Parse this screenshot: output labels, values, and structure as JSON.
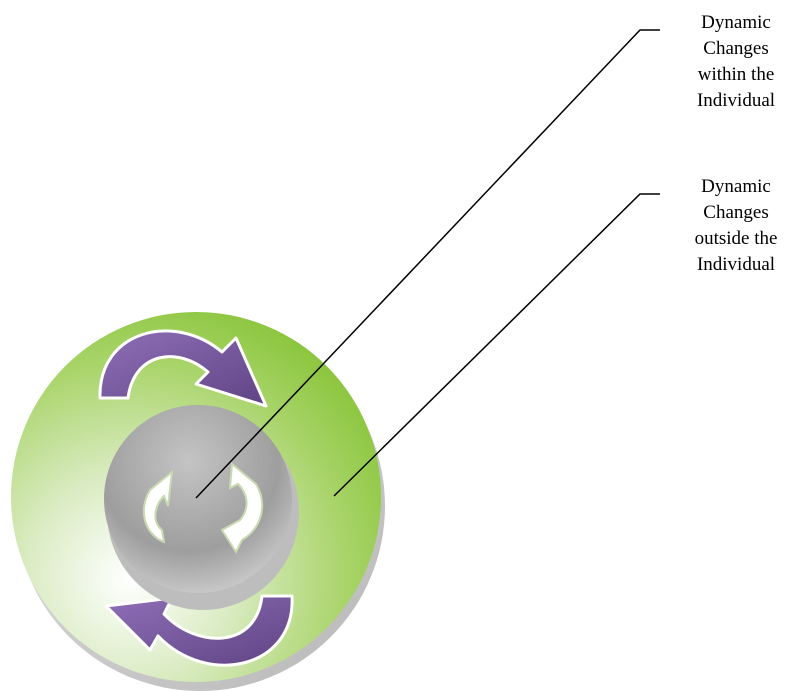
{
  "diagram": {
    "callouts": [
      {
        "id": "inner",
        "lines": [
          "Dynamic",
          "Changes",
          "within the",
          "Individual"
        ]
      },
      {
        "id": "outer",
        "lines": [
          "Dynamic",
          "Changes",
          "outside the",
          "Individual"
        ]
      }
    ],
    "colors": {
      "outer_circle": "#8cc63f",
      "outer_circle_light": "#f4f9ee",
      "inner_disc": "#9a9a9a",
      "arrow_purple": "#7a5aa0",
      "leader_line": "#000000",
      "text": "#000000"
    },
    "icons": {
      "outer_arrows": "curved-arrow-icon",
      "inner_arrows": "cycle-arrows-icon"
    }
  }
}
